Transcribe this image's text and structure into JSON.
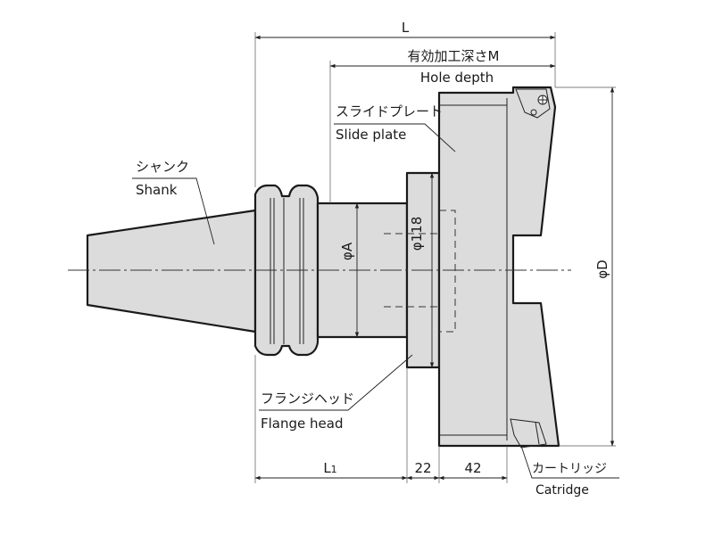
{
  "dimensions": {
    "L": "L",
    "M_jp": "有効加工深さM",
    "M_en": "Hole depth",
    "L1_main": "L",
    "L1_sub": "1",
    "d22": "22",
    "d42": "42",
    "phiA": "φA",
    "phi118": "φ118",
    "phiD": "φD"
  },
  "labels": {
    "shank_jp": "シャンク",
    "shank_en": "Shank",
    "slide_plate_jp": "スライドプレート",
    "slide_plate_en": "Slide plate",
    "flange_head_jp": "フランジヘッド",
    "flange_head_en": "Flange head",
    "cartridge_jp": "カートリッジ",
    "cartridge_en": "Catridge"
  }
}
